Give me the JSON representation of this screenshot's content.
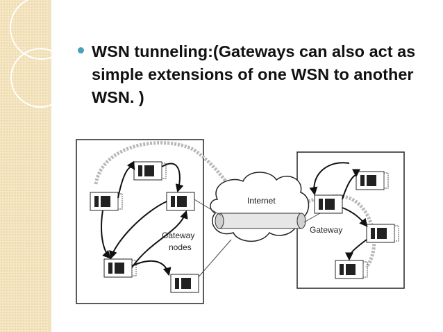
{
  "slide": {
    "bullet_text": "WSN tunneling:(Gateways can also act as simple extensions of one WSN to another WSN. )"
  },
  "diagram": {
    "cloud_label": "Internet",
    "left_label_line1": "Gateway",
    "left_label_line2": "nodes",
    "right_label": "Gateway"
  },
  "colors": {
    "band": "#f5e6c4",
    "bullet": "#4b9fbd",
    "text": "#111111"
  }
}
